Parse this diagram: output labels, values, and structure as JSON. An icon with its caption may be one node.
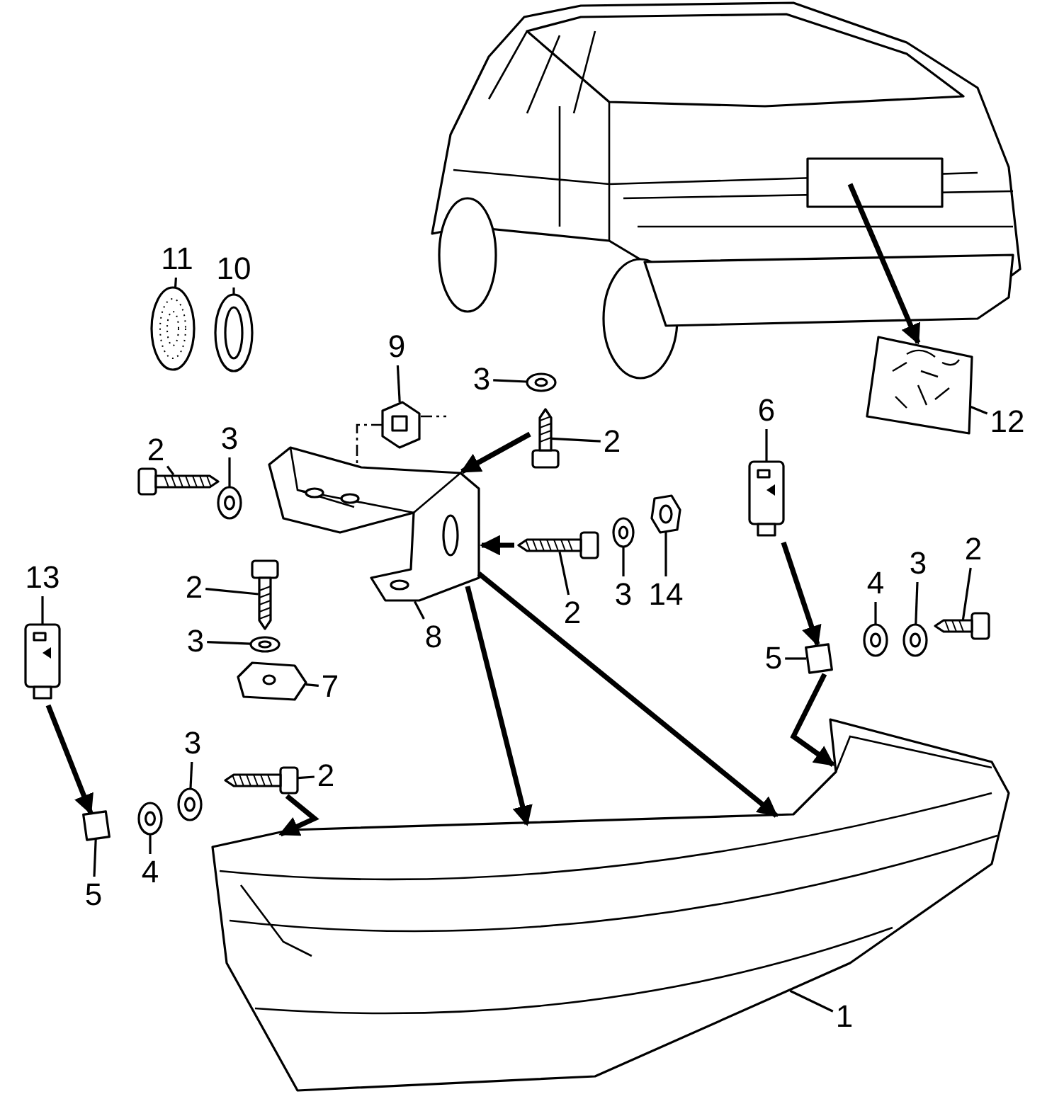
{
  "diagram": {
    "nodes": [
      {
        "text": [
          "11"
        ]
      },
      {
        "text": [
          "10"
        ]
      },
      {
        "text": [
          "9"
        ]
      },
      {
        "text": [
          "3"
        ]
      },
      {
        "text": [
          "6"
        ]
      },
      {
        "text": [
          "12"
        ]
      },
      {
        "text": [
          "2"
        ]
      },
      {
        "text": [
          "3"
        ]
      },
      {
        "text": [
          "2"
        ]
      },
      {
        "text": [
          "13"
        ]
      },
      {
        "text": [
          "2"
        ]
      },
      {
        "text": [
          "3"
        ]
      },
      {
        "text": [
          "4"
        ]
      },
      {
        "text": [
          "2"
        ]
      },
      {
        "text": [
          "3"
        ]
      },
      {
        "text": [
          "14"
        ]
      },
      {
        "text": [
          "2"
        ]
      },
      {
        "text": [
          "8"
        ]
      },
      {
        "text": [
          "3"
        ]
      },
      {
        "text": [
          "5"
        ]
      },
      {
        "text": [
          "7"
        ]
      },
      {
        "text": [
          "3"
        ]
      },
      {
        "text": [
          "2"
        ]
      },
      {
        "text": [
          "4"
        ]
      },
      {
        "text": [
          "5"
        ]
      },
      {
        "text": [
          "1"
        ]
      },
      {
        "text": [],
        "shape": "picture"
      },
      {
        "text": [],
        "shape": "picture"
      },
      {
        "text": [],
        "shape": "picture"
      },
      {
        "text": [],
        "shape": "picture"
      },
      {
        "text": [],
        "shape": "picture"
      },
      {
        "text": [],
        "shape": "picture"
      },
      {
        "text": [],
        "shape": "picture"
      },
      {
        "text": [],
        "shape": "picture"
      },
      {
        "text": [],
        "shape": "picture"
      },
      {
        "text": [],
        "shape": "picture"
      },
      {
        "text": [],
        "shape": "picture"
      },
      {
        "text": [],
        "shape": "picture"
      },
      {
        "text": [],
        "shape": "picture"
      },
      {
        "text": [],
        "shape": "picture"
      },
      {
        "text": [],
        "shape": "picture"
      },
      {
        "text": [],
        "shape": "picture"
      },
      {
        "text": [],
        "shape": "picture"
      },
      {
        "text": [],
        "shape": "box"
      },
      {
        "text": [],
        "shape": "picture"
      },
      {
        "text": [],
        "shape": "picture"
      },
      {
        "text": [],
        "shape": "picture"
      },
      {
        "text": [],
        "shape": "picture"
      },
      {
        "text": [],
        "shape": "picture"
      },
      {
        "text": [],
        "shape": "picture"
      },
      {
        "text": [],
        "shape": "picture"
      },
      {
        "text": [],
        "shape": "box"
      },
      {
        "text": [],
        "shape": "picture"
      }
    ],
    "edges": [
      {
        "from": 0,
        "to": 28,
        "arrow": "none"
      },
      {
        "from": 1,
        "to": 29,
        "arrow": "none"
      },
      {
        "from": 2,
        "to": 30,
        "arrow": "none"
      },
      {
        "from": 3,
        "to": 31,
        "arrow": "none"
      },
      {
        "from": 4,
        "to": 36,
        "arrow": "none"
      },
      {
        "from": 5,
        "to": 27,
        "arrow": "none"
      },
      {
        "from": 6,
        "to": 32,
        "arrow": "none"
      },
      {
        "from": 7,
        "to": 33,
        "arrow": "none"
      },
      {
        "from": 8,
        "to": 34,
        "arrow": "none"
      },
      {
        "from": 9,
        "to": 40,
        "arrow": "none"
      },
      {
        "from": 10,
        "to": 46,
        "arrow": "none"
      },
      {
        "from": 11,
        "to": 45,
        "arrow": "none"
      },
      {
        "from": 12,
        "to": 44,
        "arrow": "none"
      },
      {
        "from": 13,
        "to": 41,
        "arrow": "none"
      },
      {
        "from": 14,
        "to": 38,
        "arrow": "none"
      },
      {
        "from": 15,
        "to": 39,
        "arrow": "none"
      },
      {
        "from": 16,
        "to": 37,
        "arrow": "none"
      },
      {
        "from": 17,
        "to": 35,
        "arrow": "none"
      },
      {
        "from": 18,
        "to": 42,
        "arrow": "none"
      },
      {
        "from": 19,
        "to": 43,
        "arrow": "none"
      },
      {
        "from": 20,
        "to": 47,
        "arrow": "none"
      },
      {
        "from": 21,
        "to": 48,
        "arrow": "none"
      },
      {
        "from": 22,
        "to": 49,
        "arrow": "none"
      },
      {
        "from": 23,
        "to": 50,
        "arrow": "none"
      },
      {
        "from": 24,
        "to": 51,
        "arrow": "none"
      },
      {
        "from": 25,
        "to": 52,
        "arrow": "none"
      },
      {
        "from": 26,
        "to": 27,
        "arrow": "to",
        "style": "thick"
      },
      {
        "from": 34,
        "to": 35,
        "arrow": "to",
        "style": "thick"
      },
      {
        "from": 37,
        "to": 35,
        "arrow": "to",
        "style": "thick"
      },
      {
        "from": 40,
        "to": 51,
        "arrow": "to",
        "style": "thick"
      },
      {
        "from": 36,
        "to": 43,
        "arrow": "to",
        "style": "thick"
      },
      {
        "from": 35,
        "to": 52,
        "arrow": "to",
        "style": "thick"
      },
      {
        "from": 35,
        "to": 52,
        "arrow": "to",
        "style": "thick"
      },
      {
        "from": 49,
        "to": 52,
        "arrow": "to",
        "style": "thick"
      },
      {
        "from": 43,
        "to": 52,
        "arrow": "to",
        "style": "thick"
      },
      {
        "from": 30,
        "to": 35,
        "arrow": "none",
        "style": "dashed"
      },
      {
        "from": 30,
        "to": null,
        "arrow": "none",
        "style": "dashed"
      }
    ]
  }
}
